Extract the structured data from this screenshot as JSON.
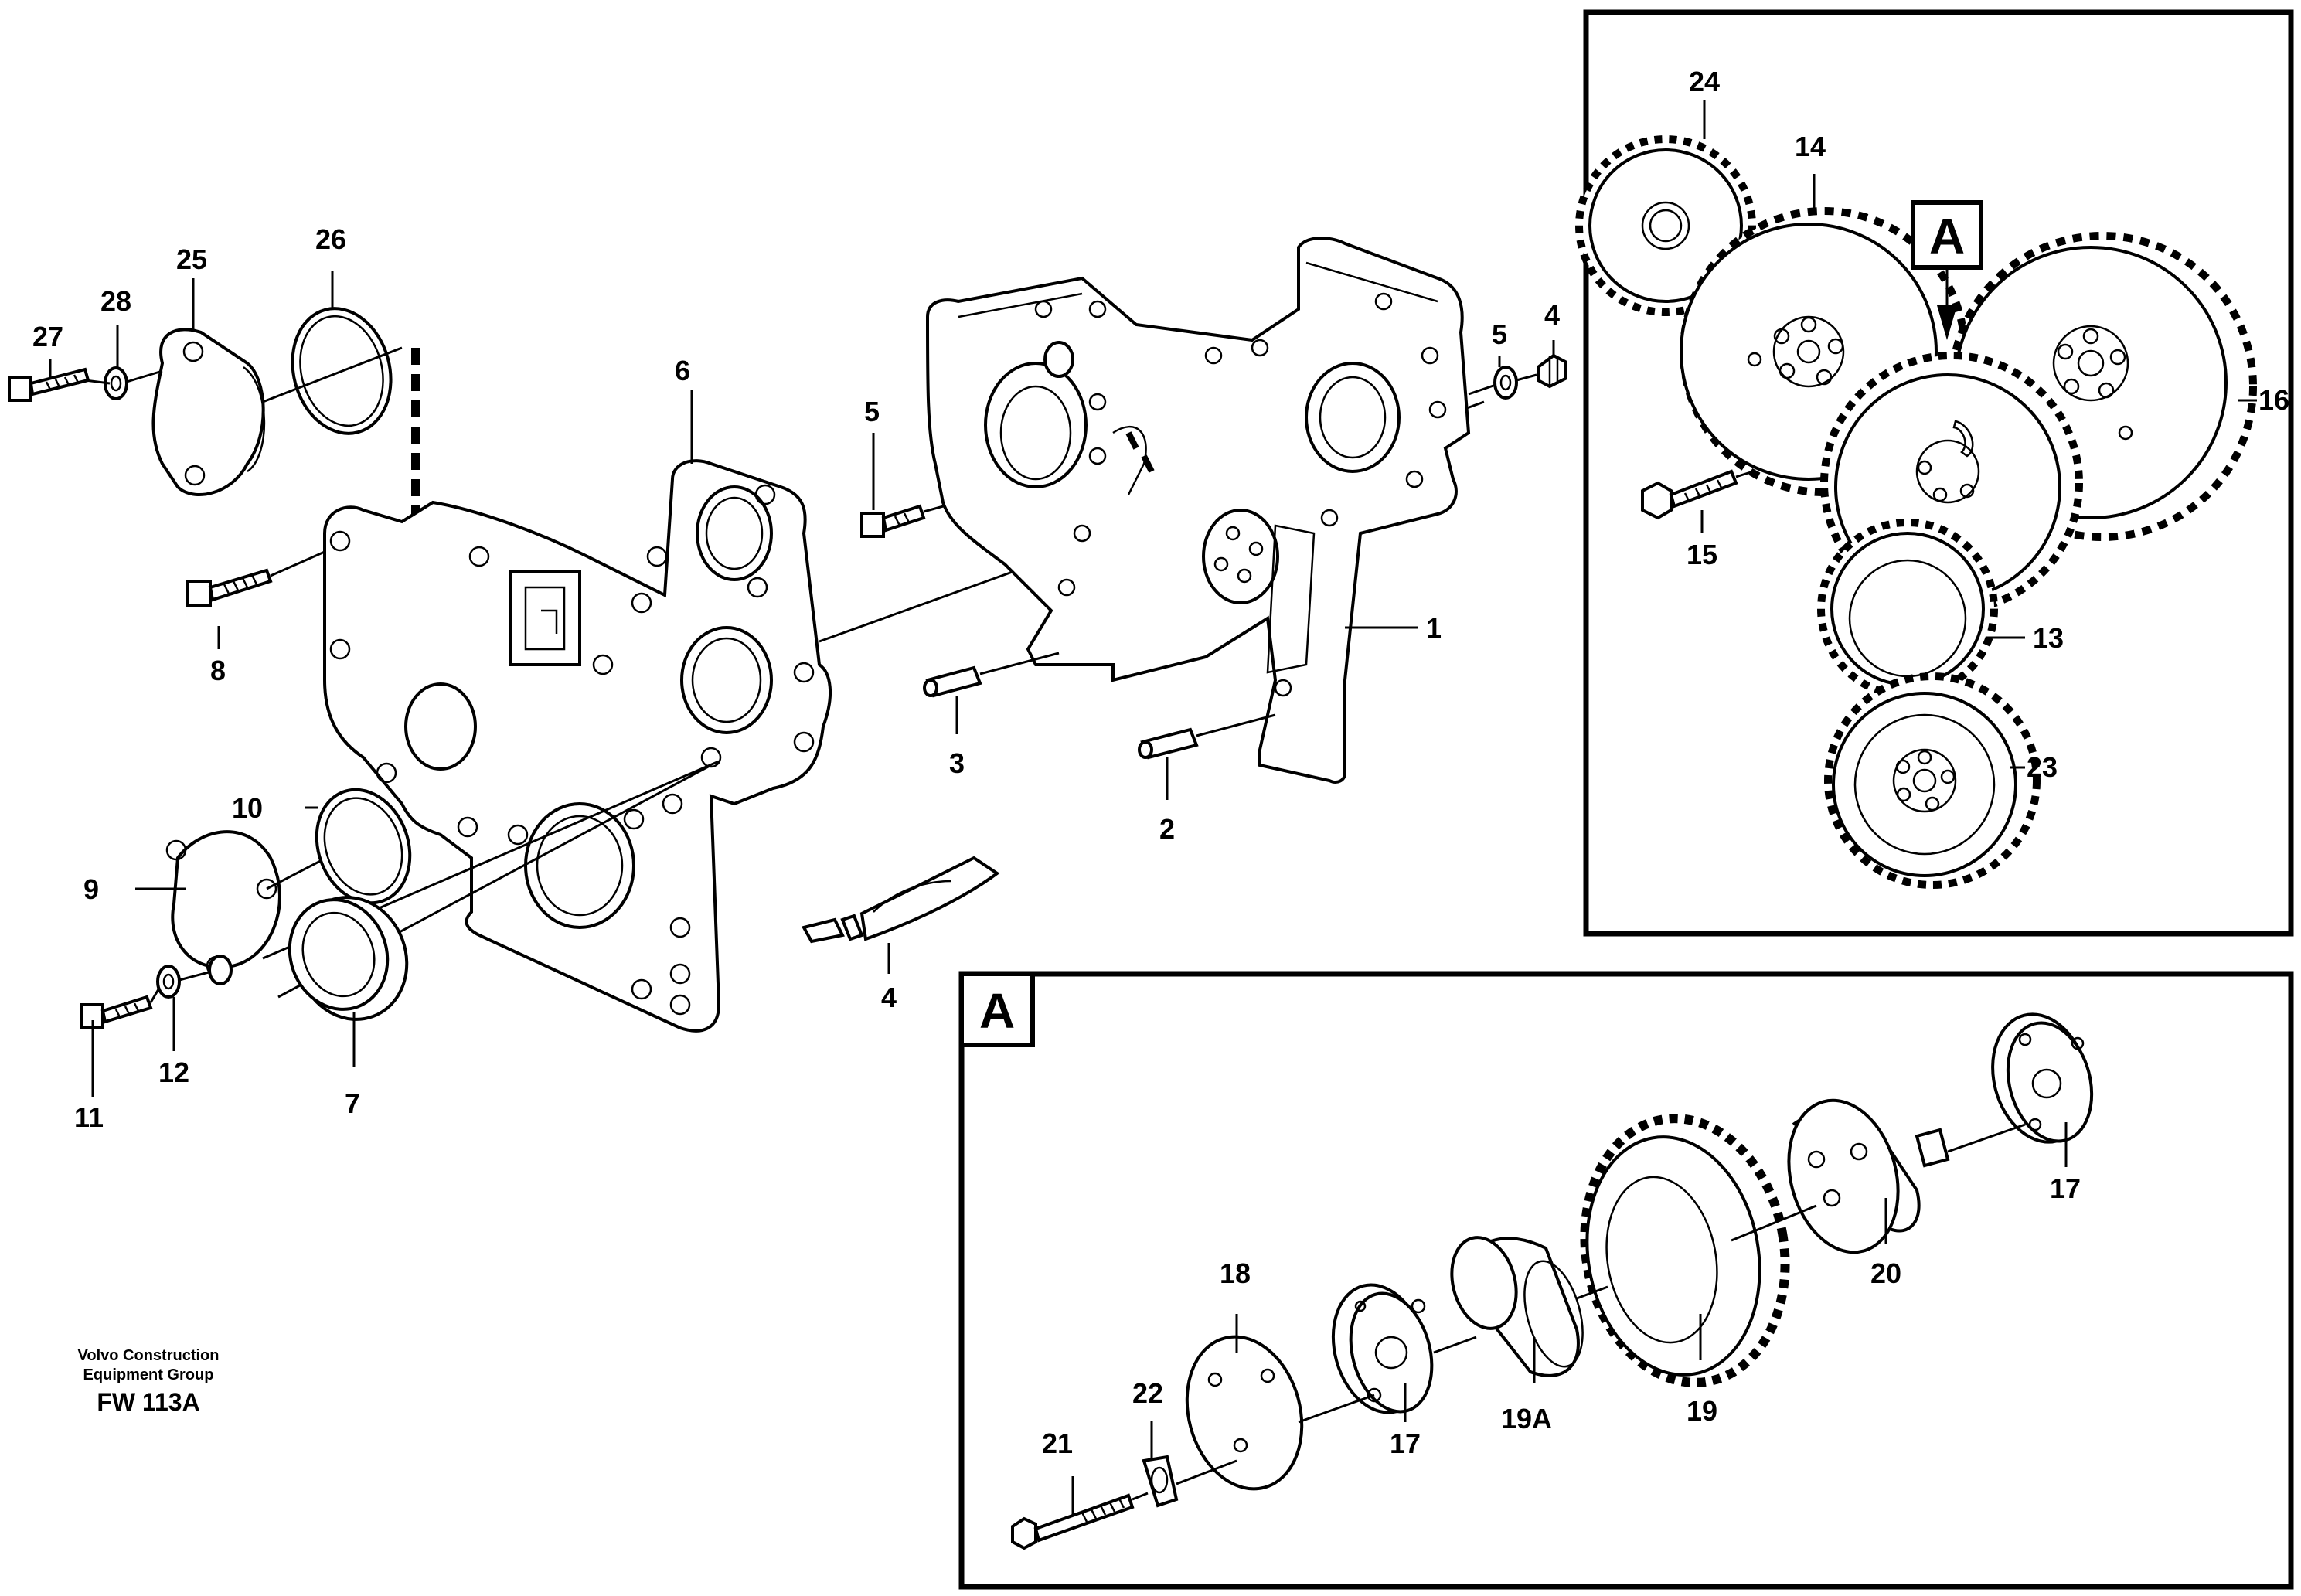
{
  "labels": {
    "l1": "1",
    "l2": "2",
    "l3": "3",
    "l4a": "4",
    "l4b": "4",
    "l5a": "5",
    "l5b": "5",
    "l6": "6",
    "l7": "7",
    "l8": "8",
    "l9": "9",
    "l10": "10",
    "l11": "11",
    "l12": "12",
    "l13": "13",
    "l14": "14",
    "l15": "15",
    "l16": "16",
    "l17a": "17",
    "l17b": "17",
    "l18": "18",
    "l19": "19",
    "l19a": "19A",
    "l20": "20",
    "l21": "21",
    "l22": "22",
    "l23": "23",
    "l24": "24",
    "l25": "25",
    "l26": "26",
    "l27": "27",
    "l28": "28"
  },
  "callouts": {
    "a_top": "A",
    "a_bottom": "A"
  },
  "footer": {
    "line1": "Volvo Construction",
    "line2": "Equipment Group",
    "code": "FW 113A"
  }
}
